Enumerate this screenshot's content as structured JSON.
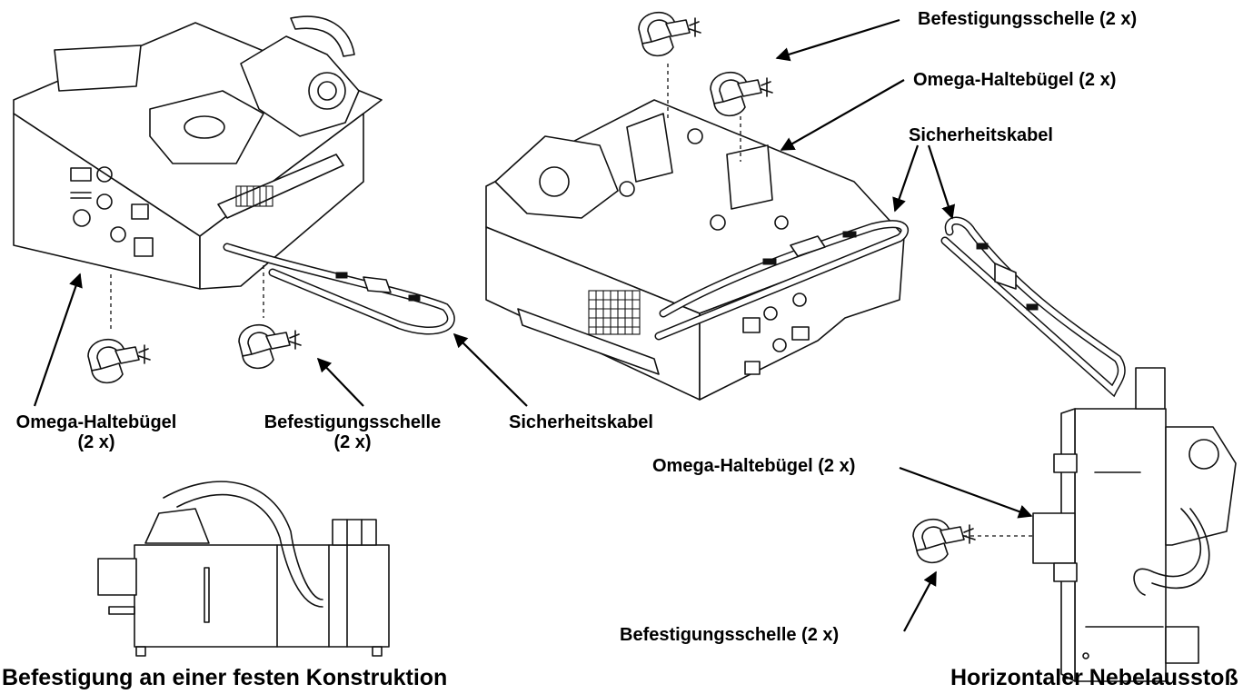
{
  "labels": {
    "top_clamp": "Befestigungsschelle (2 x)",
    "top_omega": "Omega-Haltebügel (2 x)",
    "top_cable": "Sicherheitskabel",
    "left_omega_line1": "Omega-Haltebügel",
    "left_omega_line2": "(2 x)",
    "left_clamp_line1": "Befestigungsschelle",
    "left_clamp_line2": "(2 x)",
    "mid_cable": "Sicherheitskabel",
    "right_omega": "Omega-Haltebügel (2 x)",
    "right_clamp": "Befestigungsschelle (2 x)"
  },
  "captions": {
    "bottom_left": "Befestigung an einer festen Konstruktion",
    "bottom_right": "Horizontaler Nebelausstoß"
  }
}
